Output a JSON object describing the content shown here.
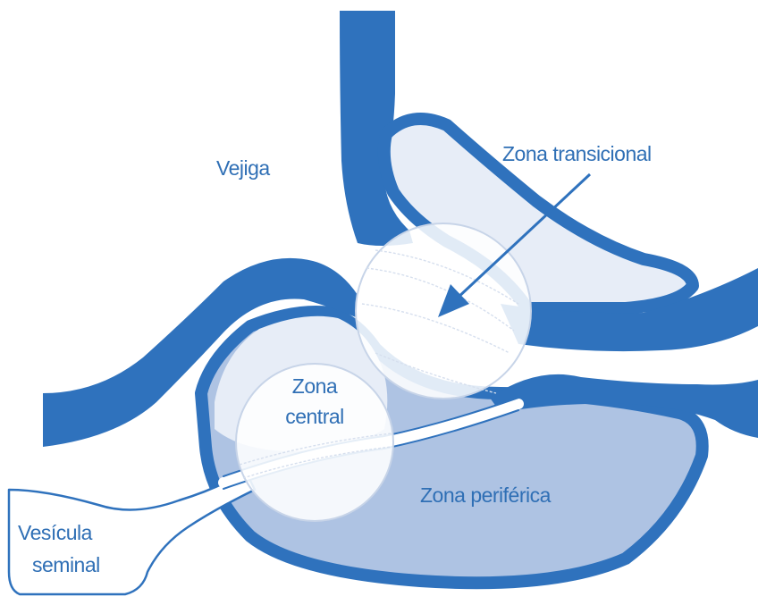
{
  "labels": {
    "bladder": "Vejiga",
    "transitional_zone": "Zona transicional",
    "central_zone_line1": "Zona",
    "central_zone_line2": "central",
    "peripheral_zone": "Zona periférica",
    "seminal_vesicle_line1": "Vesícula",
    "seminal_vesicle_line2": "seminal"
  },
  "colors": {
    "wall_blue": "#2f72bd",
    "light_fill": "#e7edf7",
    "peripheral_fill": "#aec3e3",
    "label_blue": "#2f6fb5",
    "circle_outline": "#c7d4e8"
  }
}
